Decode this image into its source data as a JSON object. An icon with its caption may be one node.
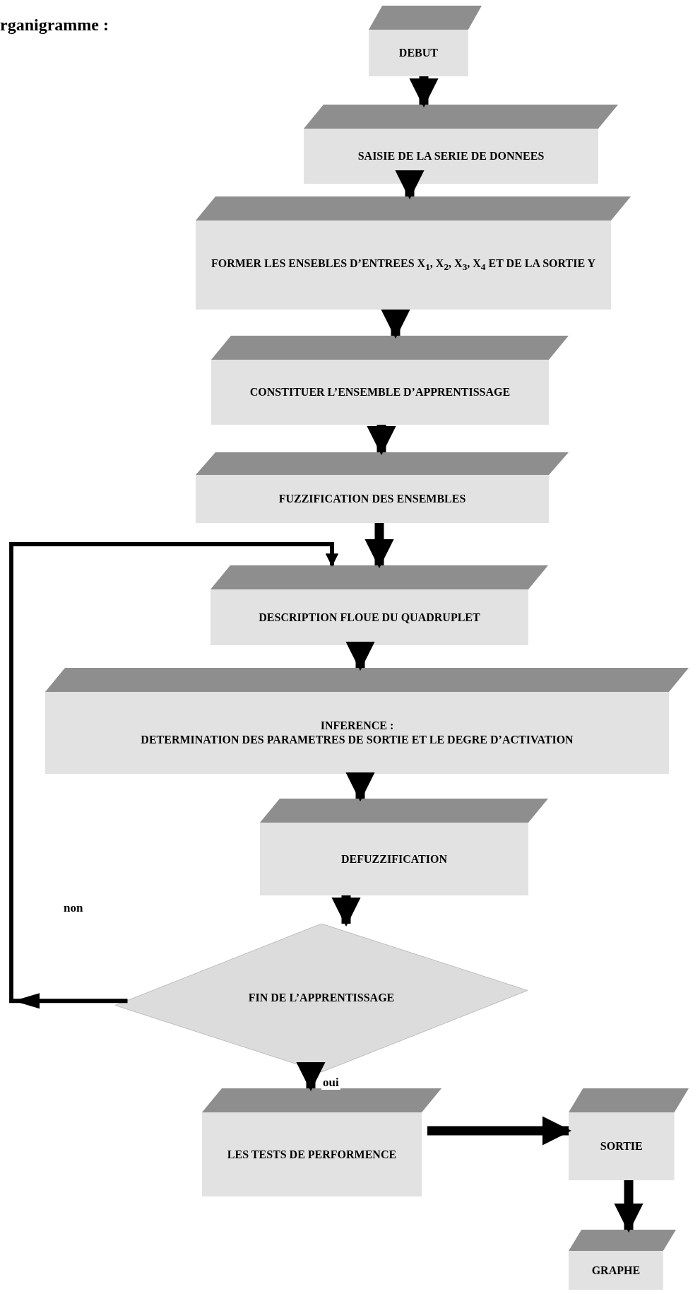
{
  "diagram": {
    "title": "rganigramme :",
    "nodes": [
      {
        "text": [
          "DEBUT"
        ]
      },
      {
        "text": [
          "SAISIE DE LA SERIE DE DONNEES"
        ]
      },
      {
        "text": [
          "FORMER LES ENSEBLES D’ENTREES X$_{1}$, X$_{2}$, X$_{3}$, X$_{4}$ ET DE LA SORTIE Y"
        ]
      },
      {
        "text": [
          "CONSTITUER L’ENSEMBLE D’APPRENTISSAGE"
        ]
      },
      {
        "text": [
          "FUZZIFICATION DES ENSEMBLES"
        ]
      },
      {
        "text": [
          "DESCRIPTION FLOUE DU QUADRUPLET"
        ]
      },
      {
        "text": [
          "INFERENCE :",
          "DETERMINATION DES PARAMETRES DE SORTIE ET LE DEGRE D’ACTIVATION"
        ]
      },
      {
        "text": [
          "DEFUZZIFICATION"
        ]
      },
      {
        "text": [
          "FIN DE L’APPRENTISSAGE"
        ]
      },
      {
        "text": [
          "LES TESTS DE PERFORMENCE"
        ]
      },
      {
        "text": [
          "SORTIE"
        ]
      },
      {
        "text": [
          "GRAPHE"
        ]
      }
    ],
    "edges": [
      {
        "from": 0,
        "to": 1,
        "arrow": "to"
      },
      {
        "from": 1,
        "to": 2,
        "arrow": "to"
      },
      {
        "from": 2,
        "to": 3,
        "arrow": "to"
      },
      {
        "from": 3,
        "to": 4,
        "arrow": "to"
      },
      {
        "from": 4,
        "to": 5,
        "arrow": "to"
      },
      {
        "from": 5,
        "to": 6,
        "arrow": "to"
      },
      {
        "from": 6,
        "to": 7,
        "arrow": "to"
      },
      {
        "from": 7,
        "to": 8,
        "arrow": "to"
      },
      {
        "from": 8,
        "to": 9,
        "arrow": "to",
        "label": "oui"
      },
      {
        "from": 8,
        "to": 5,
        "arrow": "to",
        "label": "non"
      },
      {
        "from": 9,
        "to": 10,
        "arrow": "to"
      },
      {
        "from": 10,
        "to": 11,
        "arrow": "to"
      }
    ]
  }
}
